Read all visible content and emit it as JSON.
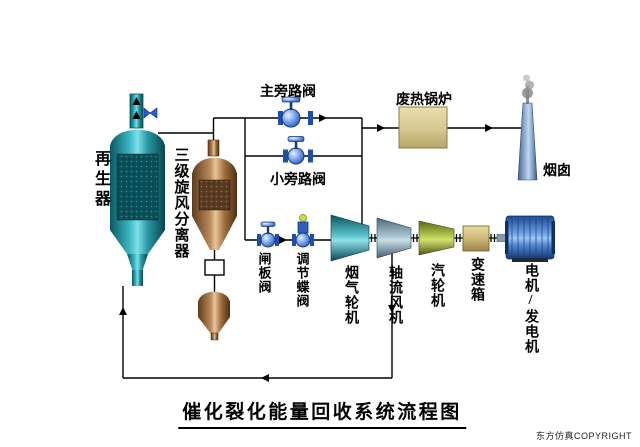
{
  "diagram": {
    "title": "催化裂化能量回收系统流程图",
    "copyright": "东方仿真COPYRIGHT"
  },
  "labels": {
    "regenerator": "再生器",
    "cyclone_separator": "三级旋风分离器",
    "main_bypass_valve": "主旁路阀",
    "small_bypass_valve": "小旁路阀",
    "gate_valve": "闸板阀",
    "regulating_butterfly_valve": "调节蝶阀",
    "flue_gas_turbine": "烟气轮机",
    "axial_fan": "轴流风机",
    "steam_turbine": "汽轮机",
    "gearbox": "变速箱",
    "motor_generator": "电机/发电机",
    "waste_heat_boiler": "废热锅炉",
    "chimney": "烟囱"
  },
  "colors": {
    "regenerator_teal": "#1d8a96",
    "cyclone_brown": "#a8825a",
    "boiler_tan": "#d6c890",
    "chimney_blue": "#9ab8d8",
    "motor_blue": "#3a6fb5",
    "flue_turbine_teal": "#2e8f96",
    "axial_fan_gray": "#8fa8b8",
    "steam_turbine_green": "#b8cc50",
    "gearbox_yellow": "#cdb878",
    "valve_blue": "#2a5fc0",
    "line_black": "#000000"
  }
}
